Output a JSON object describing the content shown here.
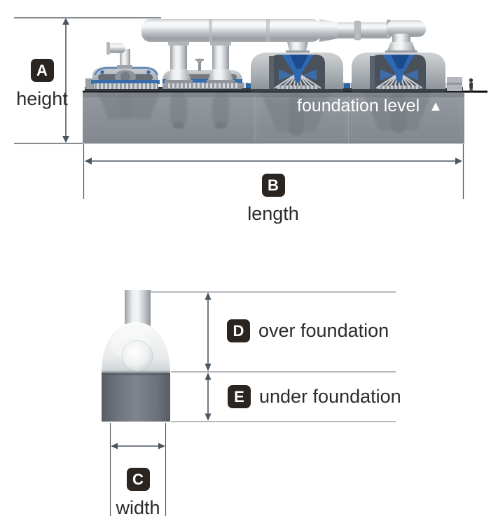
{
  "dimensions": {
    "height": {
      "badge": "A",
      "label": "height"
    },
    "length": {
      "badge": "B",
      "label": "length"
    },
    "width": {
      "badge": "C",
      "label": "width"
    },
    "over_foundation": {
      "badge": "D",
      "label": "over foundation"
    },
    "under_foundation": {
      "badge": "E",
      "label": "under foundation"
    }
  },
  "annotations": {
    "foundation_level": "foundation level",
    "foundation_level_marker": "▲"
  },
  "icons": {
    "human_figure": "person-silhouette",
    "foundation_marker": "triangle-up"
  },
  "colors": {
    "badge_background": "#2a2521",
    "badge_text": "#ffffff",
    "label_text": "#2d2a27",
    "dimension_line": "#4c5660",
    "reference_line": "#6a727b",
    "foundation_line": "#0d0d0d",
    "foundation_block": "#8c9298",
    "machine_accent_blue": "#2e66ae",
    "background": "#ffffff"
  }
}
